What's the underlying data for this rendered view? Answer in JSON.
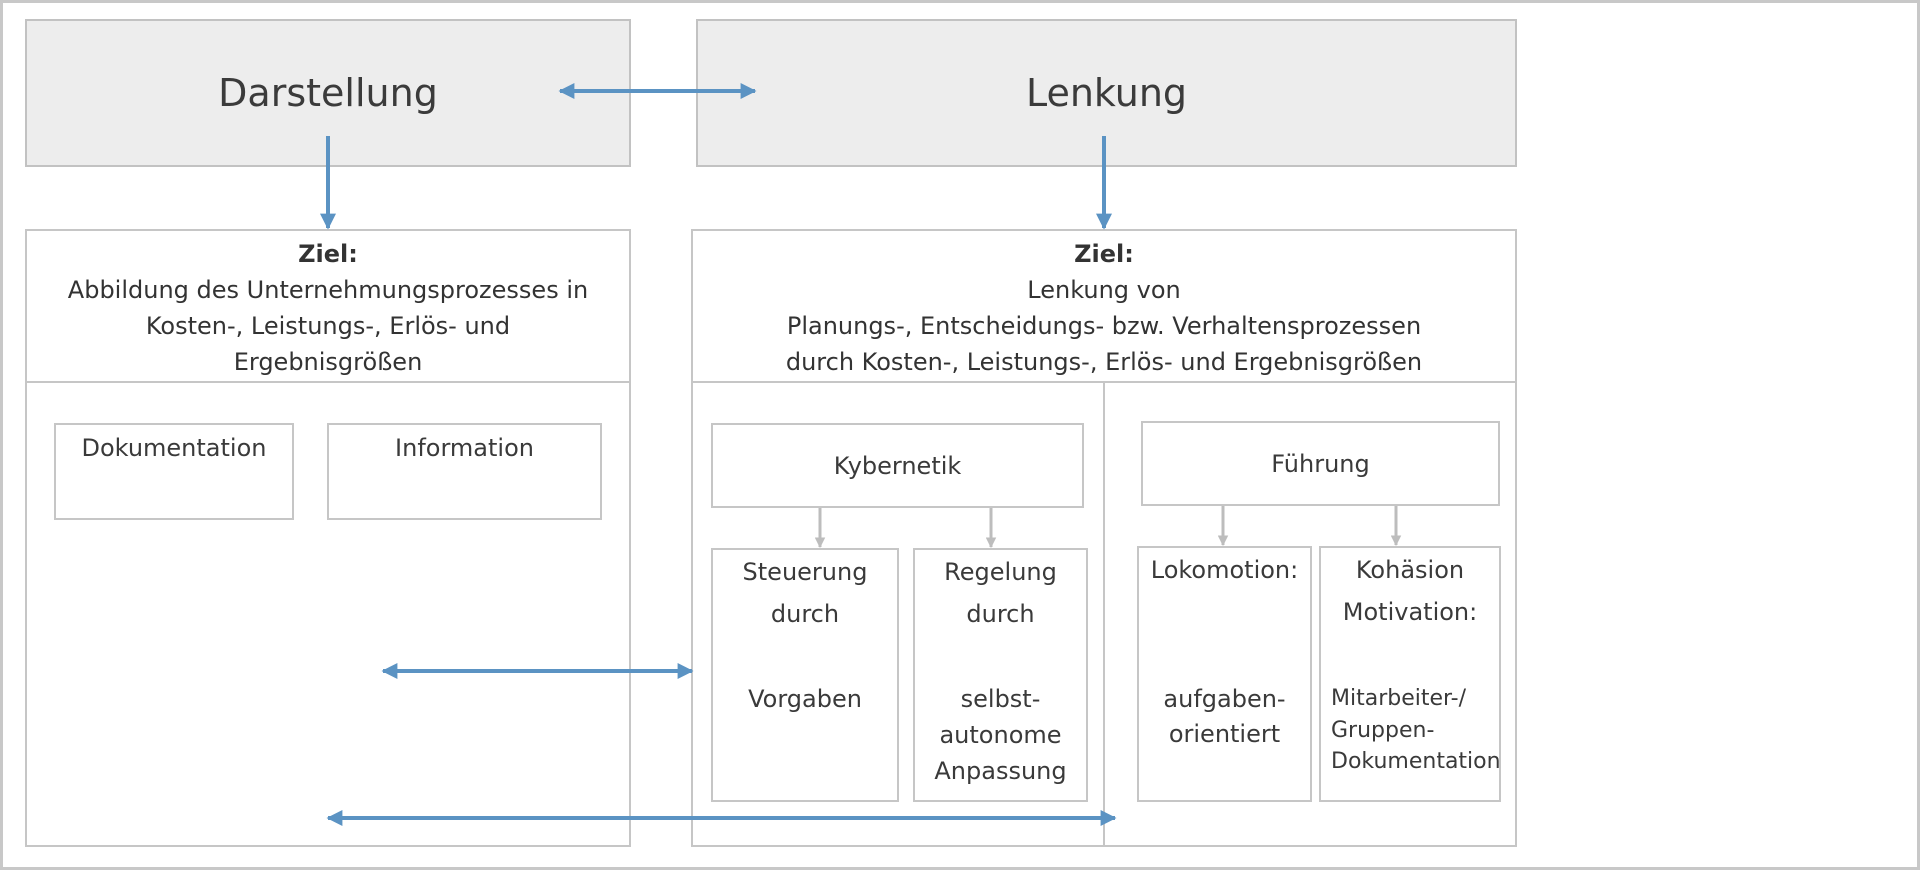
{
  "top": {
    "left_title": "Darstellung",
    "right_title": "Lenkung"
  },
  "left_panel": {
    "goal_heading": "Ziel:",
    "goal_line1": "Abbildung des Unternehmungsprozesses in",
    "goal_line2": "Kosten-, Leistungs-, Erlös- und",
    "goal_line3": "Ergebnisgrößen",
    "item1": "Dokumentation",
    "item2": "Information"
  },
  "right_panel": {
    "goal_heading": "Ziel:",
    "goal_line1": "Lenkung von",
    "goal_line2": "Planungs-, Entscheidungs- bzw. Verhaltensprozessen",
    "goal_line3": "durch Kosten-, Leistungs-, Erlös- und Ergebnisgrößen",
    "kybernetik": {
      "title": "Kybernetik",
      "steuerung": [
        "Steuerung",
        "durch",
        "Vorgaben"
      ],
      "regelung": [
        "Regelung",
        "durch",
        "selbst-",
        "autonome",
        "Anpassung"
      ]
    },
    "fuehrung": {
      "title": "Führung",
      "lokomotion": [
        "Lokomotion:",
        "aufgaben-",
        "orientiert"
      ],
      "kohaesion": [
        "Kohäsion",
        "Motivation:",
        "Mitarbeiter-/",
        "Gruppen-",
        "Dokumentation"
      ]
    }
  },
  "colors": {
    "arrow_blue": "#5b93c3",
    "arrow_gray": "#bdbdbd",
    "border": "#c6c6c6",
    "header_fill": "#ededed"
  }
}
